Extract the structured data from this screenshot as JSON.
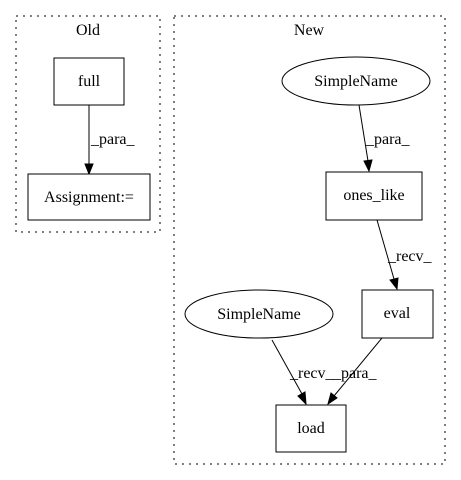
{
  "clusters": {
    "old": {
      "label": "Old"
    },
    "new": {
      "label": "New"
    }
  },
  "nodes": {
    "full": "full",
    "assignment": "Assignment:=",
    "simplename_top": "SimpleName",
    "ones_like": "ones_like",
    "eval": "eval",
    "simplename_bottom": "SimpleName",
    "load": "load"
  },
  "edges": {
    "full_to_assignment": "_para_",
    "simplename_to_ones_like": "_para_",
    "ones_like_to_eval": "_recv_",
    "simplename_to_load": "_recv_",
    "eval_to_load": "_para_"
  }
}
